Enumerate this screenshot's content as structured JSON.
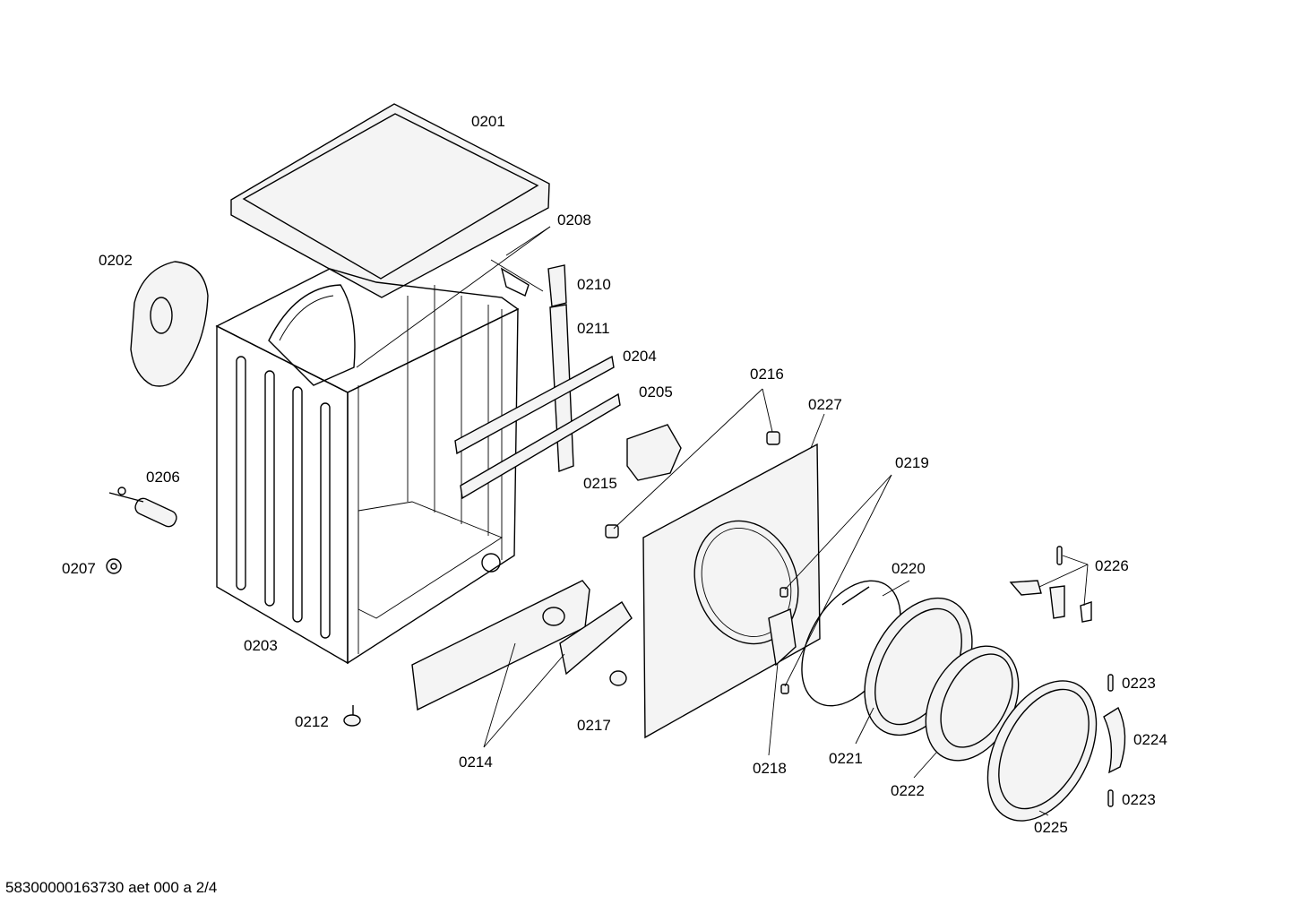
{
  "labels": {
    "p0201": "0201",
    "p0202": "0202",
    "p0203": "0203",
    "p0204": "0204",
    "p0205": "0205",
    "p0206": "0206",
    "p0207": "0207",
    "p0208": "0208",
    "p0210": "0210",
    "p0211": "0211",
    "p0212": "0212",
    "p0214": "0214",
    "p0215": "0215",
    "p0216": "0216",
    "p0217": "0217",
    "p0218": "0218",
    "p0219": "0219",
    "p0220": "0220",
    "p0221": "0221",
    "p0222": "0222",
    "p0223a": "0223",
    "p0223b": "0223",
    "p0224": "0224",
    "p0225": "0225",
    "p0226": "0226",
    "p0227": "0227"
  },
  "footer": "58300000163730 aet 000 a 2/4"
}
